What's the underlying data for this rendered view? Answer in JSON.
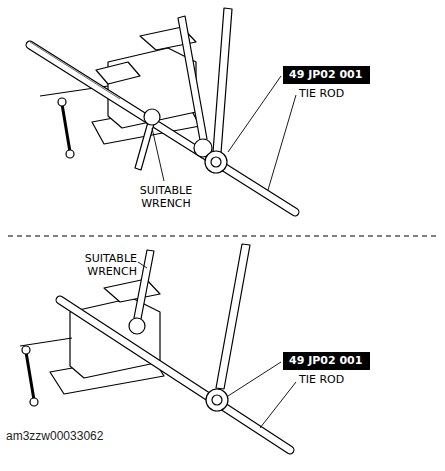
{
  "diagram": {
    "nodes": [
      {
        "text": [
          "49 JP02 001"
        ]
      },
      {
        "text": [
          "49 JP02 001"
        ]
      }
    ],
    "labels": [
      "SUITABLE WRENCH",
      "TIE ROD",
      "SUITABLE WRENCH",
      "TIE ROD",
      "am3zzw00033062"
    ]
  }
}
